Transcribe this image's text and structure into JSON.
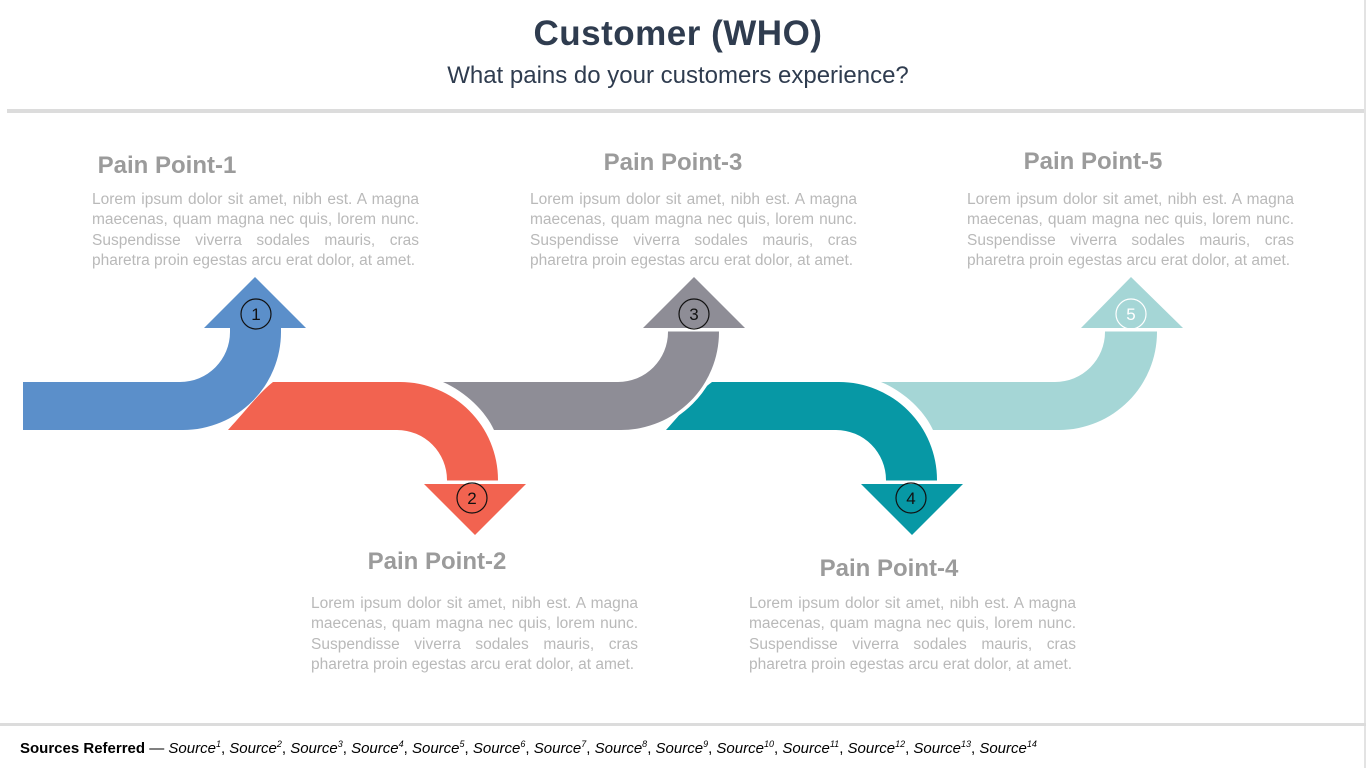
{
  "header": {
    "title": "Customer (WHO)",
    "subtitle": "What pains do your customers experience?"
  },
  "pain_points": [
    {
      "number": "1",
      "title": "Pain Point-1",
      "color": "#5b8fca",
      "text": "Lorem ipsum dolor sit amet, nibh est. A magna maecenas, quam magna nec quis, lorem nunc. Suspendisse viverra sodales mauris, cras pharetra proin egestas arcu erat dolor, at amet."
    },
    {
      "number": "2",
      "title": "Pain Point-2",
      "color": "#f26350",
      "text": "Lorem ipsum dolor sit amet, nibh est. A magna maecenas, quam magna nec quis, lorem nunc. Suspendisse viverra sodales mauris, cras pharetra proin egestas arcu erat dolor, at amet."
    },
    {
      "number": "3",
      "title": "Pain Point-3",
      "color": "#8e8d96",
      "text": "Lorem ipsum dolor sit amet, nibh est. A magna maecenas, quam magna nec quis, lorem nunc. Suspendisse viverra sodales mauris, cras pharetra proin egestas arcu erat dolor, at amet."
    },
    {
      "number": "4",
      "title": "Pain Point-4",
      "color": "#0798a5",
      "text": "Lorem ipsum dolor sit amet, nibh est. A magna maecenas, quam magna nec quis, lorem nunc. Suspendisse viverra sodales mauris, cras pharetra proin egestas arcu erat dolor, at amet."
    },
    {
      "number": "5",
      "title": "Pain Point-5",
      "color": "#a5d6d6",
      "text": "Lorem ipsum dolor sit amet, nibh est. A magna maecenas, quam magna nec quis, lorem nunc. Suspendisse viverra sodales mauris, cras pharetra proin egestas arcu erat dolor, at amet."
    }
  ],
  "footer": {
    "label": "Sources Referred",
    "separator": " — ",
    "source_word": "Source",
    "sources": [
      "1",
      "2",
      "3",
      "4",
      "5",
      "6",
      "7",
      "8",
      "9",
      "10",
      "11",
      "12",
      "13",
      "14"
    ]
  }
}
